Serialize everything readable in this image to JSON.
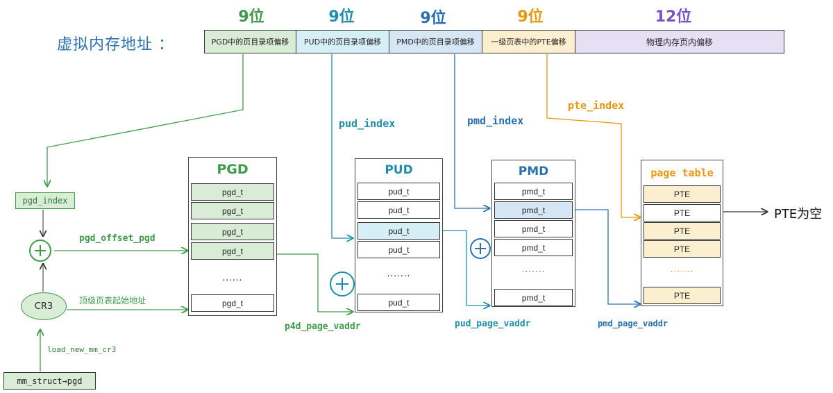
{
  "header": {
    "va_label": "虚拟内存地址 ：",
    "bits": [
      "9位",
      "9位",
      "9位",
      "9位",
      "12位"
    ],
    "segments": [
      "PGD中的页目录项偏移",
      "PUD中的页目录项偏移",
      "PMD中的页目录项偏移",
      "一级页表中的PTE偏移",
      "物理内存页内偏移"
    ]
  },
  "left": {
    "pgd_index": "pgd_index",
    "plus": "⊕",
    "cr3": "CR3",
    "load": "load_new_mm_cr3",
    "mm_struct": "mm_struct→pgd",
    "pgd_offset": "pgd_offset_pgd",
    "top_addr": "顶级页表起始地址"
  },
  "pgd": {
    "title": "PGD",
    "cells": [
      "pgd_t",
      "pgd_t",
      "pgd_t",
      "pgd_t",
      "pgd_t"
    ],
    "dots": "......"
  },
  "pud": {
    "title": "PUD",
    "cells": [
      "pud_t",
      "pud_t",
      "pud_t",
      "pud_t",
      "pud_t"
    ],
    "dots": "......."
  },
  "pmd": {
    "title": "PMD",
    "cells": [
      "pmd_t",
      "pmd_t",
      "pmd_t",
      "pmd_t",
      "pmd_t"
    ],
    "dots": "......."
  },
  "pte": {
    "title": "page table",
    "cells": [
      "PTE",
      "PTE",
      "PTE",
      "PTE",
      "PTE"
    ],
    "dots": "......."
  },
  "labels": {
    "pud_index": "pud_index",
    "pmd_index": "pmd_index",
    "pte_index": "pte_index",
    "p4d_page_vaddr": "p4d_page_vaddr",
    "pud_page_vaddr": "pud_page_vaddr",
    "pmd_page_vaddr": "pmd_page_vaddr",
    "pte_empty": "PTE为空"
  },
  "colors": {
    "green": "#3f9a4a",
    "teal": "#1f8ea8",
    "blue": "#2a6fae",
    "orange": "#e8960c",
    "purple": "#7b52c4",
    "green_fill": "#d8ecd6",
    "teal_fill": "#d6eef5",
    "blue_fill": "#d7e6f5",
    "orange_fill": "#fbefcf",
    "purple_fill": "#e6e0f5"
  }
}
